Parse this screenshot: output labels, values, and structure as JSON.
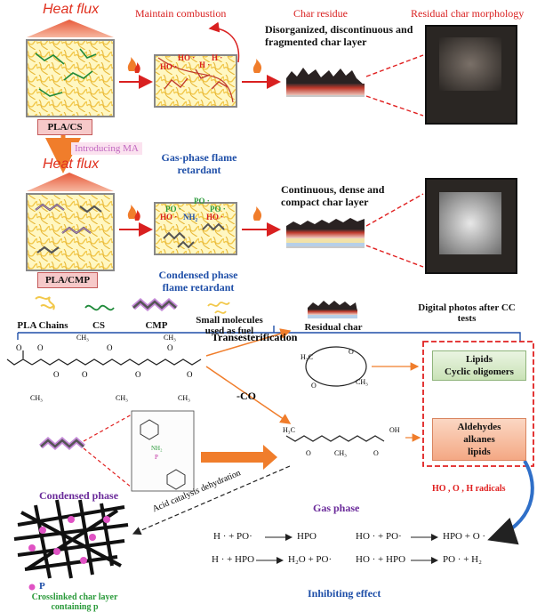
{
  "stages": {
    "heat_flux_label": "Heat flux",
    "maintain_combustion": "Maintain combustion",
    "char_residue": "Char residue",
    "residual_char_morphology": "Residual char morphology",
    "disorganized_char": "Disorganized, discontinuous and fragmented char layer",
    "continuous_char": "Continuous, dense and compact char layer",
    "sample_top": "PLA/CS",
    "sample_bottom": "PLA/CMP",
    "introducing_ma": "Introducing MA",
    "gas_phase_retardant": "Gas-phase flame retardant",
    "condensed_phase_retardant": "Condensed phase flame retardant",
    "radicals_top": "HO · HO · H · H ·",
    "radicals_bottom": "PO · HO · NH₂ PO · PO · HO ·"
  },
  "legend": {
    "pla_chains": "PLA Chains",
    "cs": "CS",
    "cmp": "CMP",
    "small_molecules": "Small molecules used as fuel",
    "residual_char": "Residual char",
    "digital_photos": "Digital photos after CC tests"
  },
  "mechanism": {
    "transesterification": "Transesterification",
    "minus_co": "-CO",
    "lipids_box": [
      "Lipids",
      "Cyclic oligomers"
    ],
    "aldehydes_box": [
      "Aldehydes",
      "alkanes",
      "lipids"
    ],
    "radicals_label": "HO , O , H radicals",
    "condensed_phase": "Condensed phase",
    "gas_phase": "Gas phase",
    "acid_catalysis": "Acid catalysis dehydration",
    "crosslinked_label": "Crosslinked char layer containing p",
    "p_legend": "P",
    "inhibiting_effect": "Inhibiting effect",
    "equations": [
      {
        "left": "H · + PO·",
        "right": "HPO"
      },
      {
        "left": "H · + HPO",
        "right": "H₂O + PO·"
      },
      {
        "left": "HO · + PO·",
        "right": "HPO + O ·"
      },
      {
        "left": "HO · + HPO",
        "right": "PO · + H₂"
      }
    ]
  },
  "colors": {
    "red": "#e0301e",
    "blue": "#1f4fa8",
    "green_text": "#2a9a3a",
    "purple_text": "#6a2a9a",
    "orange_arrow": "#f07d2b"
  }
}
